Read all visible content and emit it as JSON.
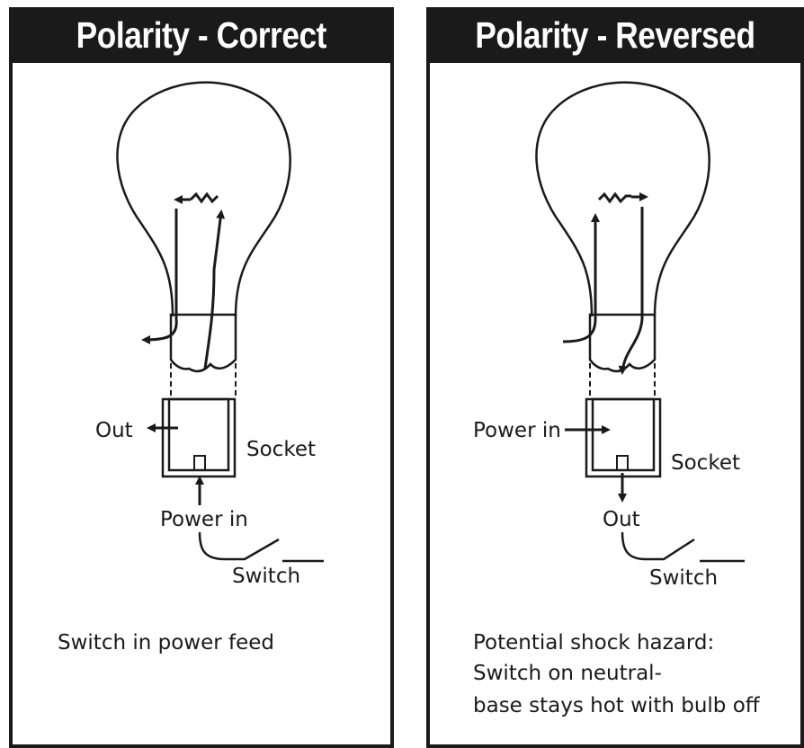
{
  "left_panel": {
    "title": "Polarity - Correct",
    "labels": {
      "out": "Out",
      "socket": "Socket",
      "power_in": "Power in",
      "switch": "Switch"
    },
    "caption": [
      "Switch in power feed"
    ]
  },
  "right_panel": {
    "title": "Polarity - Reversed",
    "labels": {
      "power_in": "Power in",
      "socket": "Socket",
      "out": "Out",
      "switch": "Switch"
    },
    "caption": [
      "Potential shock hazard:",
      "Switch on neutral-",
      "base stays hot with bulb off"
    ]
  },
  "colors": {
    "ink": "#1a1a1a",
    "background": "#ffffff"
  }
}
